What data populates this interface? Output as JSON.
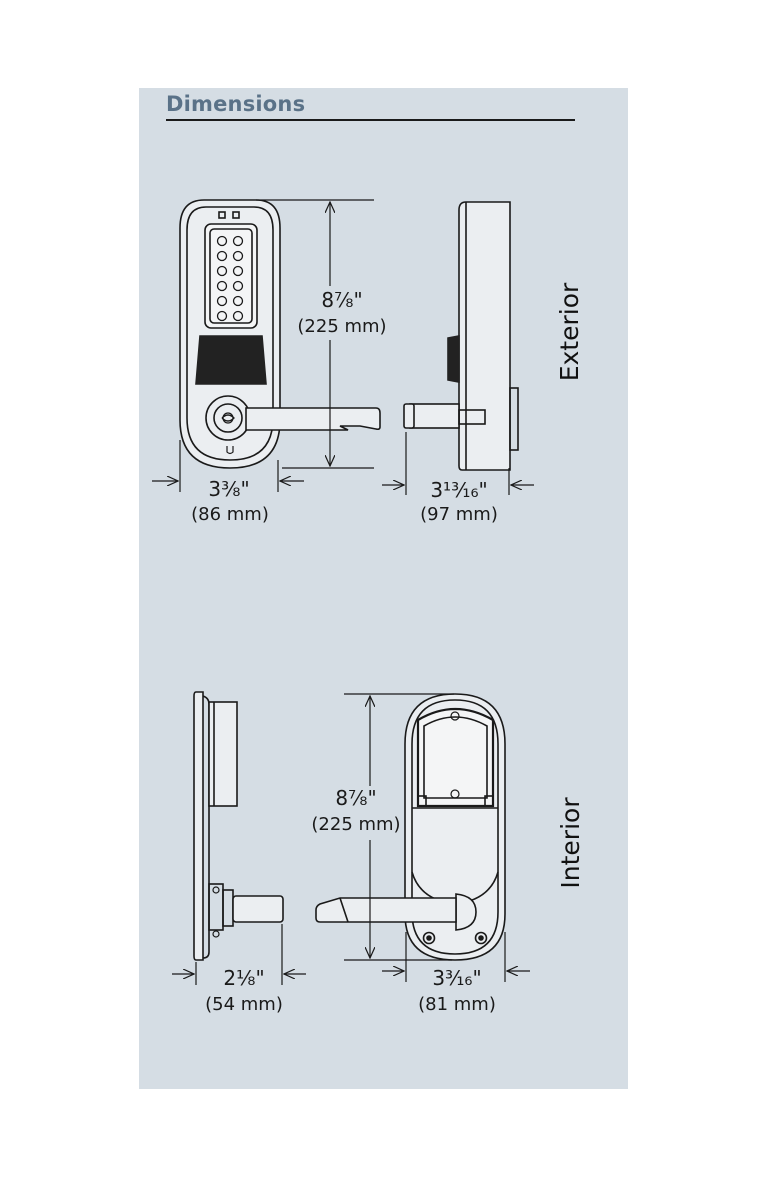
{
  "header": {
    "title": "Dimensions"
  },
  "exterior": {
    "label": "Exterior",
    "height_frac": "8⁷⁄₈\"",
    "height_mm": "(225 mm)",
    "width_frac": "3³⁄₈\"",
    "width_mm": "(86 mm)",
    "depth_frac": "3¹³⁄₁₆\"",
    "depth_mm": "(97 mm)"
  },
  "interior": {
    "label": "Interior",
    "height_frac": "8⁷⁄₈\"",
    "height_mm": "(225 mm)",
    "depth_frac": "2¹⁄₈\"",
    "depth_mm": "(54 mm)",
    "width_frac": "3³⁄₁₆\"",
    "width_mm": "(81 mm)"
  },
  "colors": {
    "panel": "#d5dde4",
    "title": "#5a7288",
    "line": "#1a1a1a"
  }
}
